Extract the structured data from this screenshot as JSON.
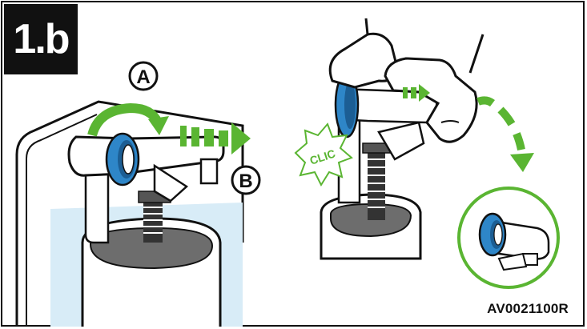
{
  "step": "1.b",
  "labels": {
    "a": "A",
    "b": "B",
    "click_sound": "CLIC"
  },
  "reference_code": "AV0021100R",
  "colors": {
    "accent_blue": "#2e86c8",
    "arrow_green": "#5ab532",
    "water": "#d8ecf7",
    "outline": "#111111"
  },
  "icons": {
    "rotate": "curved-arrow-icon",
    "push": "dashed-arrow-icon"
  }
}
